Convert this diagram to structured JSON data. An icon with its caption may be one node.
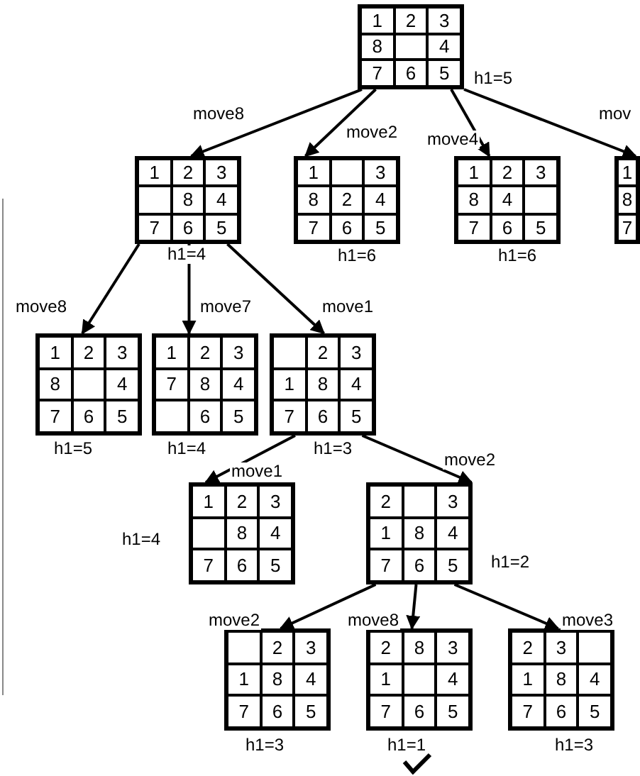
{
  "diagram": {
    "nodes": [
      {
        "text": [],
        "shape": "box",
        "beside": [
          "h1=5"
        ]
      },
      {
        "text": [
          "1"
        ],
        "in": 0
      },
      {
        "text": [
          "2"
        ],
        "in": 0
      },
      {
        "text": [
          "3"
        ],
        "in": 0
      },
      {
        "text": [
          "8"
        ],
        "in": 0
      },
      {
        "text": [],
        "shape": "box",
        "in": 0
      },
      {
        "text": [
          "4"
        ],
        "in": 0
      },
      {
        "text": [
          "7"
        ],
        "in": 0
      },
      {
        "text": [
          "6"
        ],
        "in": 0
      },
      {
        "text": [
          "5"
        ],
        "in": 0
      },
      {
        "text": [],
        "shape": "box",
        "beside": [
          "h1=4"
        ]
      },
      {
        "text": [
          "1"
        ],
        "in": 10
      },
      {
        "text": [
          "2"
        ],
        "in": 10
      },
      {
        "text": [
          "3"
        ],
        "in": 10
      },
      {
        "text": [],
        "shape": "box",
        "in": 10
      },
      {
        "text": [
          "8"
        ],
        "in": 10
      },
      {
        "text": [
          "4"
        ],
        "in": 10
      },
      {
        "text": [
          "7"
        ],
        "in": 10
      },
      {
        "text": [
          "6"
        ],
        "in": 10
      },
      {
        "text": [
          "5"
        ],
        "in": 10
      },
      {
        "text": [],
        "shape": "box",
        "beside": [
          "h1=6"
        ]
      },
      {
        "text": [
          "1"
        ],
        "in": 20
      },
      {
        "text": [],
        "shape": "box",
        "in": 20
      },
      {
        "text": [
          "3"
        ],
        "in": 20
      },
      {
        "text": [
          "8"
        ],
        "in": 20
      },
      {
        "text": [
          "2"
        ],
        "in": 20
      },
      {
        "text": [
          "4"
        ],
        "in": 20
      },
      {
        "text": [
          "7"
        ],
        "in": 20
      },
      {
        "text": [
          "6"
        ],
        "in": 20
      },
      {
        "text": [
          "5"
        ],
        "in": 20
      },
      {
        "text": [],
        "shape": "box",
        "beside": [
          "h1=6"
        ]
      },
      {
        "text": [
          "1"
        ],
        "in": 30
      },
      {
        "text": [
          "2"
        ],
        "in": 30
      },
      {
        "text": [
          "3"
        ],
        "in": 30
      },
      {
        "text": [
          "8"
        ],
        "in": 30
      },
      {
        "text": [
          "4"
        ],
        "in": 30
      },
      {
        "text": [],
        "shape": "box",
        "in": 30
      },
      {
        "text": [
          "7"
        ],
        "in": 30
      },
      {
        "text": [
          "6"
        ],
        "in": 30
      },
      {
        "text": [
          "5"
        ],
        "in": 30
      },
      {
        "text": [],
        "shape": "box"
      },
      {
        "text": [
          "1"
        ],
        "in": 40
      },
      {
        "text": [
          "8"
        ],
        "in": 40
      },
      {
        "text": [
          "7"
        ],
        "in": 40
      },
      {
        "text": [],
        "shape": "box",
        "beside": [
          "h1=5"
        ]
      },
      {
        "text": [
          "1"
        ],
        "in": 44
      },
      {
        "text": [
          "2"
        ],
        "in": 44
      },
      {
        "text": [
          "3"
        ],
        "in": 44
      },
      {
        "text": [
          "8"
        ],
        "in": 44
      },
      {
        "text": [],
        "shape": "box",
        "in": 44
      },
      {
        "text": [
          "4"
        ],
        "in": 44
      },
      {
        "text": [
          "7"
        ],
        "in": 44
      },
      {
        "text": [
          "6"
        ],
        "in": 44
      },
      {
        "text": [
          "5"
        ],
        "in": 44
      },
      {
        "text": [],
        "shape": "box",
        "beside": [
          "h1=4"
        ]
      },
      {
        "text": [
          "1"
        ],
        "in": 54
      },
      {
        "text": [
          "2"
        ],
        "in": 54
      },
      {
        "text": [
          "3"
        ],
        "in": 54
      },
      {
        "text": [
          "7"
        ],
        "in": 54
      },
      {
        "text": [
          "8"
        ],
        "in": 54
      },
      {
        "text": [
          "4"
        ],
        "in": 54
      },
      {
        "text": [],
        "shape": "box",
        "in": 54
      },
      {
        "text": [
          "6"
        ],
        "in": 54
      },
      {
        "text": [
          "5"
        ],
        "in": 54
      },
      {
        "text": [],
        "shape": "box",
        "beside": [
          "h1=3"
        ]
      },
      {
        "text": [],
        "shape": "box",
        "in": 64
      },
      {
        "text": [
          "2"
        ],
        "in": 64
      },
      {
        "text": [
          "3"
        ],
        "in": 64
      },
      {
        "text": [
          "1"
        ],
        "in": 64
      },
      {
        "text": [
          "8"
        ],
        "in": 64
      },
      {
        "text": [
          "4"
        ],
        "in": 64
      },
      {
        "text": [
          "7"
        ],
        "in": 64
      },
      {
        "text": [
          "6"
        ],
        "in": 64
      },
      {
        "text": [
          "5"
        ],
        "in": 64
      },
      {
        "text": [],
        "shape": "box",
        "beside": [
          "h1=4"
        ]
      },
      {
        "text": [
          "1"
        ],
        "in": 74
      },
      {
        "text": [
          "2"
        ],
        "in": 74
      },
      {
        "text": [
          "3"
        ],
        "in": 74
      },
      {
        "text": [],
        "shape": "box",
        "in": 74
      },
      {
        "text": [
          "8"
        ],
        "in": 74
      },
      {
        "text": [
          "4"
        ],
        "in": 74
      },
      {
        "text": [
          "7"
        ],
        "in": 74
      },
      {
        "text": [
          "6"
        ],
        "in": 74
      },
      {
        "text": [
          "5"
        ],
        "in": 74
      },
      {
        "text": [],
        "shape": "box",
        "beside": [
          "h1=2"
        ]
      },
      {
        "text": [
          "2"
        ],
        "in": 84
      },
      {
        "text": [],
        "shape": "box",
        "in": 84
      },
      {
        "text": [
          "3"
        ],
        "in": 84
      },
      {
        "text": [
          "1"
        ],
        "in": 84
      },
      {
        "text": [
          "8"
        ],
        "in": 84
      },
      {
        "text": [
          "4"
        ],
        "in": 84
      },
      {
        "text": [
          "7"
        ],
        "in": 84
      },
      {
        "text": [
          "6"
        ],
        "in": 84
      },
      {
        "text": [
          "5"
        ],
        "in": 84
      },
      {
        "text": [],
        "shape": "box",
        "beside": [
          "h1=3"
        ]
      },
      {
        "text": [],
        "shape": "box",
        "in": 94
      },
      {
        "text": [
          "2"
        ],
        "in": 94
      },
      {
        "text": [
          "3"
        ],
        "in": 94
      },
      {
        "text": [
          "1"
        ],
        "in": 94
      },
      {
        "text": [
          "8"
        ],
        "in": 94
      },
      {
        "text": [
          "4"
        ],
        "in": 94
      },
      {
        "text": [
          "7"
        ],
        "in": 94
      },
      {
        "text": [
          "6"
        ],
        "in": 94
      },
      {
        "text": [
          "5"
        ],
        "in": 94
      },
      {
        "text": [],
        "shape": "box",
        "beside": [
          "h1=1"
        ]
      },
      {
        "text": [
          "2"
        ],
        "in": 104
      },
      {
        "text": [
          "8"
        ],
        "in": 104
      },
      {
        "text": [
          "3"
        ],
        "in": 104
      },
      {
        "text": [
          "1"
        ],
        "in": 104
      },
      {
        "text": [],
        "shape": "box",
        "in": 104
      },
      {
        "text": [
          "4"
        ],
        "in": 104
      },
      {
        "text": [
          "7"
        ],
        "in": 104
      },
      {
        "text": [
          "6"
        ],
        "in": 104
      },
      {
        "text": [
          "5"
        ],
        "in": 104
      },
      {
        "text": [],
        "shape": "box",
        "beside": [
          "h1=3"
        ]
      },
      {
        "text": [
          "2"
        ],
        "in": 114
      },
      {
        "text": [
          "3"
        ],
        "in": 114
      },
      {
        "text": [],
        "shape": "box",
        "in": 114
      },
      {
        "text": [
          "1"
        ],
        "in": 114
      },
      {
        "text": [
          "8"
        ],
        "in": 114
      },
      {
        "text": [
          "4"
        ],
        "in": 114
      },
      {
        "text": [
          "7"
        ],
        "in": 114
      },
      {
        "text": [
          "6"
        ],
        "in": 114
      },
      {
        "text": [
          "5"
        ],
        "in": 114
      }
    ],
    "edges": [
      {
        "from": 0,
        "to": 10,
        "arrow": "to",
        "label": "move8"
      },
      {
        "from": 0,
        "to": 20,
        "arrow": "to",
        "label": "move2"
      },
      {
        "from": 0,
        "to": 30,
        "arrow": "to",
        "label": "move4"
      },
      {
        "from": 0,
        "to": 40,
        "arrow": "to",
        "label": "mov"
      },
      {
        "from": 10,
        "to": 44,
        "arrow": "to",
        "label": "move8"
      },
      {
        "from": 10,
        "to": 54,
        "arrow": "to",
        "label": "move7"
      },
      {
        "from": 10,
        "to": 64,
        "arrow": "to",
        "label": "move1"
      },
      {
        "from": 64,
        "to": 74,
        "arrow": "to",
        "label": "move1"
      },
      {
        "from": 64,
        "to": 84,
        "arrow": "to",
        "label": "move2"
      },
      {
        "from": 84,
        "to": 94,
        "arrow": "to",
        "label": "move2"
      },
      {
        "from": 84,
        "to": 104,
        "arrow": "to",
        "label": "move8"
      },
      {
        "from": 84,
        "to": 114,
        "arrow": "to",
        "label": "move3"
      }
    ]
  }
}
